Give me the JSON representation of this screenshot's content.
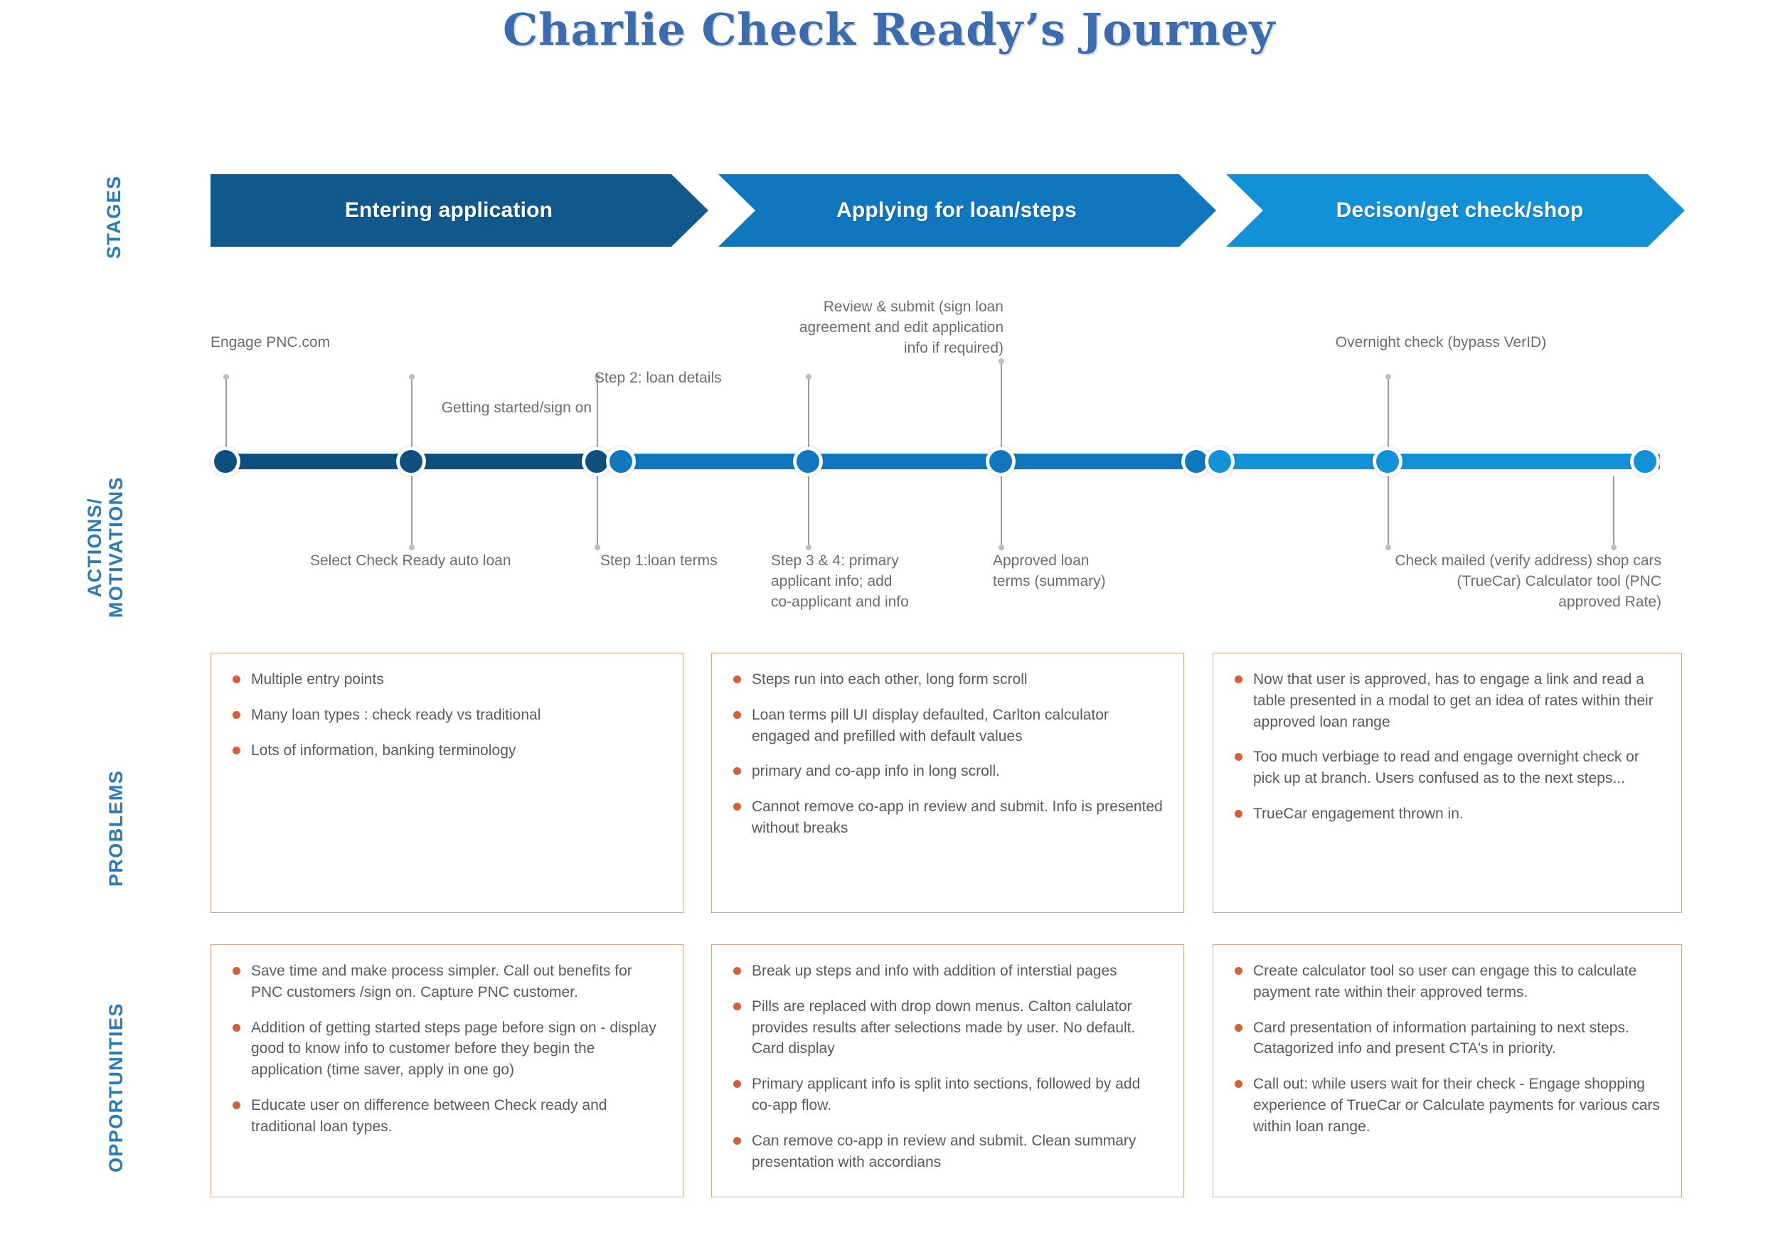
{
  "page": {
    "title": "Charlie Check Ready’s Journey",
    "accent_blue": "#3D6CAE",
    "rail_blue": "#2B7CB5",
    "bullet_orange": "#D4603A",
    "card_border": "#E2A183"
  },
  "rails": {
    "stages": "STAGES",
    "actions": "ACTIONS/\nMOTIVATIONS",
    "problems": "PROBLEMS",
    "opportunities": "OPPORTUNITIES"
  },
  "stages": [
    {
      "label": "Entering application",
      "color": "#11588C"
    },
    {
      "label": "Applying for loan/steps",
      "color": "#1077BE"
    },
    {
      "label": "Decison/get check/shop",
      "color": "#1391D7"
    }
  ],
  "timeline": {
    "above_labels": [
      "Engage PNC.com",
      "Getting started/sign on",
      "Step 2: loan details",
      "Review & submit (sign loan agreement and edit application info if required)",
      "Overnight check (bypass VerID)"
    ],
    "below_labels": [
      "Select Check Ready auto loan",
      "Step 1:loan terms",
      "Step 3 & 4: primary applicant info; add co-applicant and info",
      "Approved loan terms (summary)",
      "Check mailed (verify address) shop cars (TrueCar) Calculator tool (PNC approved Rate)"
    ]
  },
  "problems": [
    {
      "items": [
        "Multiple entry points",
        "Many loan types : check ready vs traditional",
        "Lots of information, banking terminology"
      ]
    },
    {
      "items": [
        "Steps run into each other, long form scroll",
        "Loan terms pill UI display defaulted, Carlton calculator engaged and prefilled with default values",
        "primary and co-app info in long scroll.",
        "Cannot remove co-app in review and submit. Info is presented without breaks"
      ]
    },
    {
      "items": [
        "Now that user is approved, has to engage a link and read a table presented in a modal to get an idea of rates within their approved loan range",
        "Too much verbiage to read and engage overnight check or pick up at branch. Users confused as to the next steps...",
        "TrueCar engagement thrown in."
      ]
    }
  ],
  "opportunities": [
    {
      "items": [
        "Save time and make process simpler. Call out benefits for PNC customers /sign on. Capture PNC customer.",
        "Addition of getting started steps page before sign on - display good to know info to customer before they begin the application (time saver, apply in one go)",
        "Educate user on difference between Check ready and traditional loan types."
      ]
    },
    {
      "items": [
        "Break up steps and info with addition of interstial pages",
        "Pills are replaced with drop down menus. Calton calulator provides results after selections made by user. No default. Card display",
        "Primary applicant info is split into sections, followed by add co-app flow.",
        "Can remove co-app in review and submit. Clean summary presentation with accordians"
      ]
    },
    {
      "items": [
        "Create calculator tool so user can engage this to calculate payment rate within their approved terms.",
        "Card presentation of information partaining to next steps. Catagorized info and present CTA's in priority.",
        "Call out: while users wait for their check - Engage shopping experience of TrueCar or Calculate payments for various cars within loan range."
      ]
    }
  ]
}
